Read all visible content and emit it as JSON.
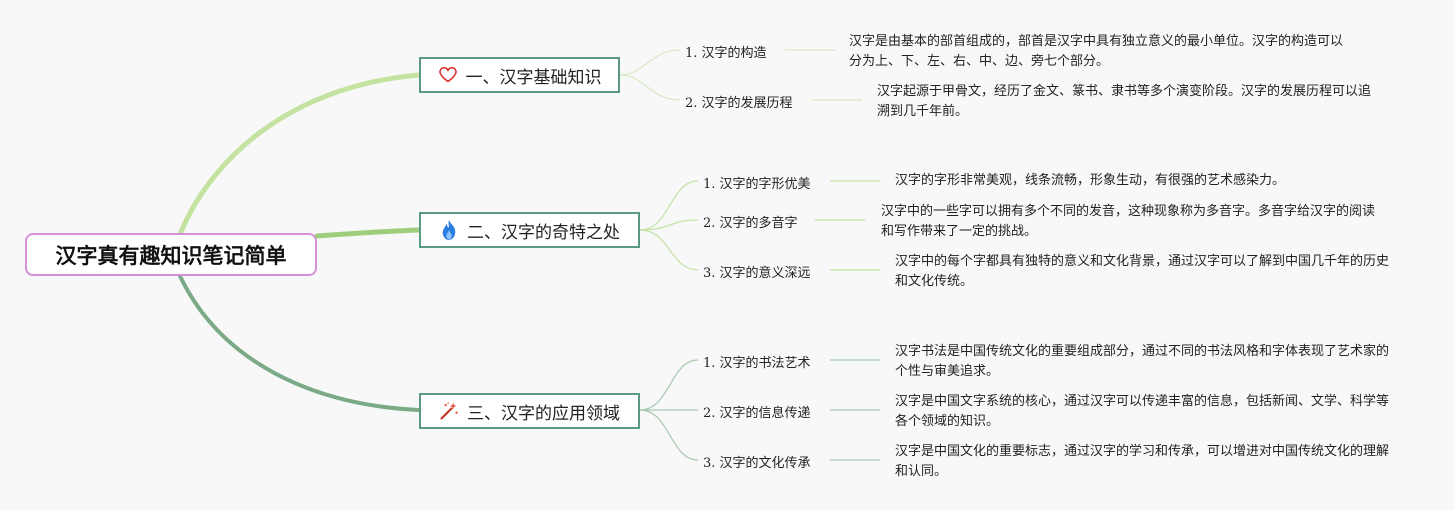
{
  "root": {
    "title": "汉字真有趣知识笔记简单"
  },
  "branches": [
    {
      "icon": "heart-icon",
      "label": "一、汉字基础知识",
      "items": [
        {
          "label": "1. 汉字的构造",
          "desc": "汉字是由基本的部首组成的，部首是汉字中具有独立意义的最小单位。汉字的构造可以分为上、下、左、右、中、边、旁七个部分。"
        },
        {
          "label": "2. 汉字的发展历程",
          "desc": "汉字起源于甲骨文，经历了金文、篆书、隶书等多个演变阶段。汉字的发展历程可以追溯到几千年前。"
        }
      ]
    },
    {
      "icon": "fire-icon",
      "label": "二、汉字的奇特之处",
      "items": [
        {
          "label": "1. 汉字的字形优美",
          "desc": "汉字的字形非常美观，线条流畅，形象生动，有很强的艺术感染力。"
        },
        {
          "label": "2. 汉字的多音字",
          "desc": "汉字中的一些字可以拥有多个不同的发音，这种现象称为多音字。多音字给汉字的阅读和写作带来了一定的挑战。"
        },
        {
          "label": "3. 汉字的意义深远",
          "desc": "汉字中的每个字都具有独特的意义和文化背景，通过汉字可以了解到中国几千年的历史和文化传统。"
        }
      ]
    },
    {
      "icon": "magic-wand-icon",
      "label": "三、汉字的应用领域",
      "items": [
        {
          "label": "1. 汉字的书法艺术",
          "desc": "汉字书法是中国传统文化的重要组成部分，通过不同的书法风格和字体表现了艺术家的个性与审美追求。"
        },
        {
          "label": "2. 汉字的信息传递",
          "desc": "汉字是中国文字系统的核心，通过汉字可以传递丰富的信息，包括新闻、文学、科学等各个领域的知识。"
        },
        {
          "label": "3. 汉字的文化传承",
          "desc": "汉字是中国文化的重要标志，通过汉字的学习和传承，可以增进对中国传统文化的理解和认同。"
        }
      ]
    }
  ],
  "colors": {
    "branch1": "#c5e3a0",
    "branch2": "#9fce7a",
    "branch3": "#7aaa86",
    "node_border": "#5a9a82",
    "root_border": "#d68fd9"
  }
}
